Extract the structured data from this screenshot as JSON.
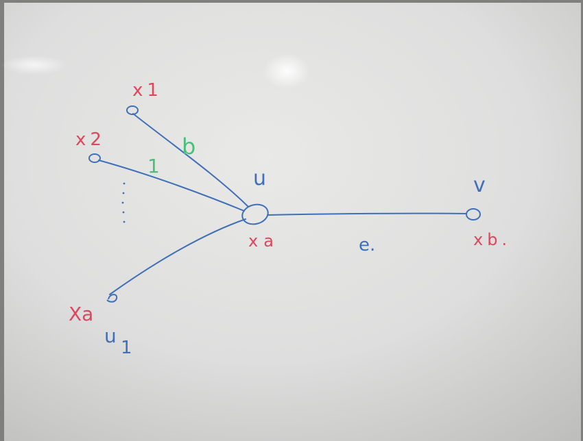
{
  "nodes": {
    "x1": "x1",
    "x2": "x2",
    "xa_left": "Xa",
    "xa_center": "xa",
    "xb": "xb.",
    "u_center": "u",
    "u1_base": "u",
    "u1_sub": "1",
    "v": "v"
  },
  "edges": {
    "b": "b",
    "one": "1",
    "e": "e."
  },
  "colors": {
    "ink_red": "#e0455c",
    "ink_blue": "#3f6fb8",
    "ink_green": "#4bbf7a"
  }
}
